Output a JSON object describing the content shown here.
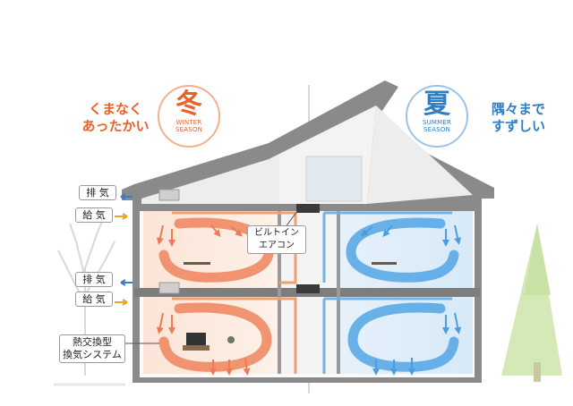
{
  "winter": {
    "catch_line1": "くまなく",
    "catch_line2": "あったかい",
    "kanji": "冬",
    "en_line1": "WINTER",
    "en_line2": "SEASON",
    "color": "#e8622b"
  },
  "summer": {
    "catch_line1": "隅々まで",
    "catch_line2": "すずしい",
    "kanji": "夏",
    "en_line1": "SUMMER",
    "en_line2": "SEASON",
    "color": "#2f7fc4"
  },
  "labels": {
    "exhaust_1": "排 気",
    "supply_1": "給 気",
    "exhaust_2": "排 気",
    "supply_2": "給 気",
    "system_line1": "熱交換型",
    "system_line2": "換気システム",
    "aircon_line1": "ビルトイン",
    "aircon_line2": "エアコン"
  },
  "colors": {
    "warm_air": "#f08a64",
    "cool_air": "#5aa9e6",
    "exhaust_arrow": "#3a7cc7",
    "supply_arrow": "#f0a030",
    "wall": "#7d7d7d",
    "duct_warm": "#f0a070",
    "duct_cool": "#6fb3e8"
  }
}
